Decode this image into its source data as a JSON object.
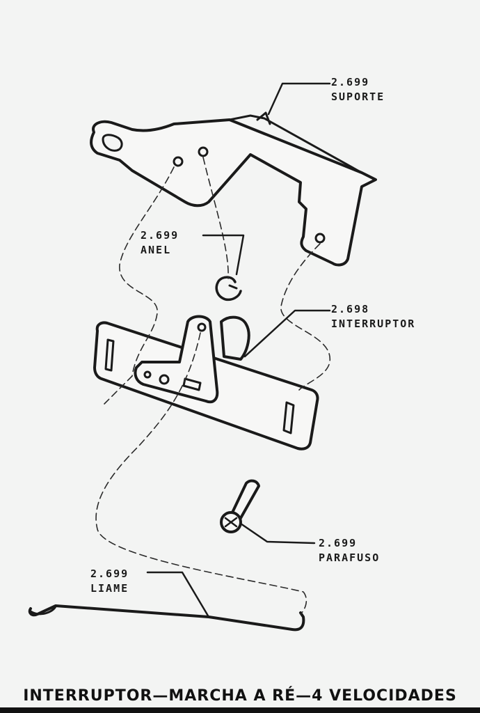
{
  "parts": {
    "suporte": {
      "code": "2.699",
      "name": "SUPORTE"
    },
    "anel": {
      "code": "2.699",
      "name": "ANEL"
    },
    "interruptor": {
      "code": "2.698",
      "name": "INTERRUPTOR"
    },
    "parafuso": {
      "code": "2.699",
      "name": "PARAFUSO"
    },
    "liame": {
      "code": "2.699",
      "name": "LIAME"
    }
  },
  "caption": "INTERRUPTOR—MARCHA A RÉ—4 VELOCIDADES",
  "colors": {
    "ink": "#1a1a1a",
    "paper": "#f3f4f3"
  }
}
